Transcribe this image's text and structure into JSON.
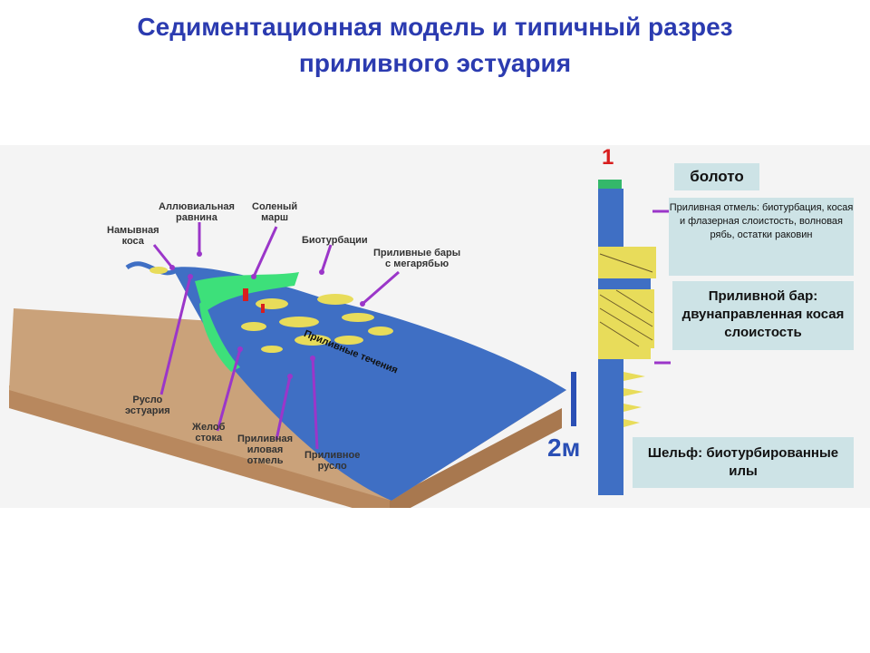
{
  "slide": {
    "title_line1": "Седиментационная модель и типичный разрез",
    "title_line2": "приливного эстуария"
  },
  "diagram": {
    "labels": {
      "alluvial_plain": [
        "Аллювиальная",
        "равнина"
      ],
      "salt_marsh": [
        "Соленый",
        "марш"
      ],
      "wash_spit": [
        "Намывная",
        "коса"
      ],
      "bioturbation": "Биотурбации",
      "tidal_bars": [
        "Приливные бары",
        "с мегарябью"
      ],
      "tidal_currents": "Приливные течения",
      "estuary_channel": [
        "Русло",
        "эстуария"
      ],
      "runoff_trough": [
        "Желоб",
        "стока"
      ],
      "tidal_mud_flat": [
        "Приливная",
        "иловая",
        "отмель"
      ],
      "tidal_channel": [
        "Приливное",
        "русло"
      ]
    }
  },
  "section": {
    "top_number": "1",
    "scale_label": "2м",
    "boxes": {
      "swamp": "болото",
      "tidal_flat": "Приливная отмель: биотурбация, косая и флазерная слоистость, волновая рябь, остатки раковин",
      "tidal_bar": "Приливной бар: двунаправленная косая слоистость",
      "shelf": "Шельф: биотурбированные илы"
    }
  },
  "colors": {
    "title": "#2b3bb0",
    "water": "#3f6fc4",
    "land_top": "#caa27a",
    "land_side": "#b8885e",
    "sand": "#e8dc5a",
    "marsh": "#3de07a",
    "arrow": "#9b36c9",
    "box_bg": "#cde3e6"
  }
}
